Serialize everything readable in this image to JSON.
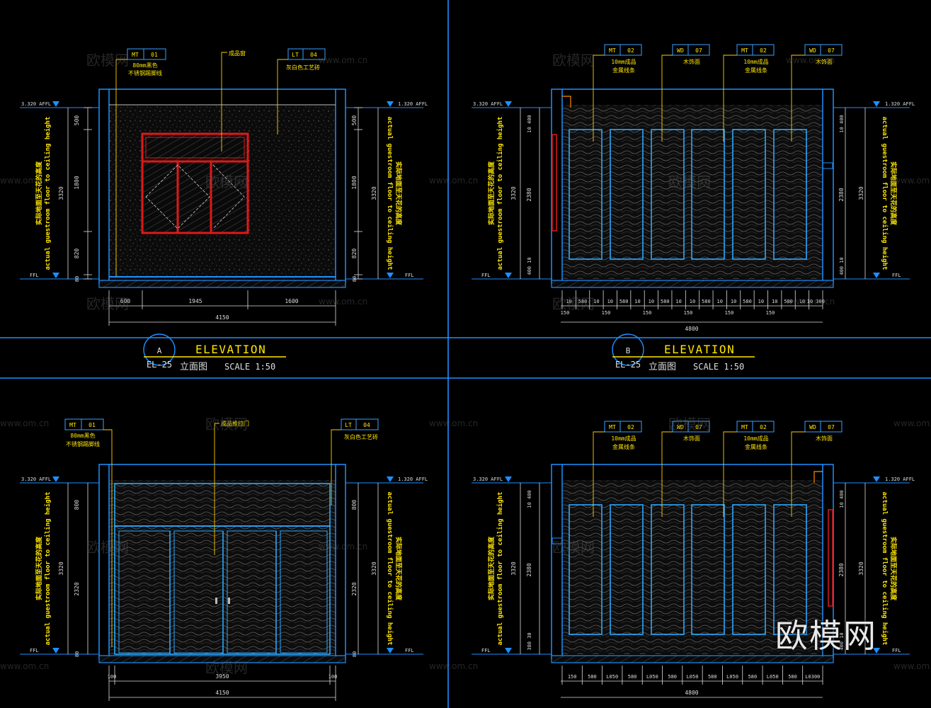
{
  "colors": {
    "background": "#000000",
    "frame": "#1e90ff",
    "dimension": "#d8d8d8",
    "leader": "#ffcc00",
    "tag_box": "#3aa0ff",
    "window": "#e01818",
    "panel": "#2aa8ff",
    "title": "#ffe600",
    "accent": "#ff8c00"
  },
  "watermarks": {
    "site": "www.om.cn",
    "site2": "www.om.cn",
    "brand_small": "欧模网",
    "brand_big": "欧模网"
  },
  "common": {
    "level_top": "3.320 AFFL",
    "level_top_right": "1.320 AFFL",
    "level_bottom": "FFL",
    "side_note_cn": "实际地面至天花的高度",
    "side_note_en": "actual guestroom floor to ceiling height",
    "total_height": "3320"
  },
  "panels": {
    "a": {
      "tags": [
        {
          "code": "MT",
          "num": "01",
          "note1": "80mm黑色",
          "note2": "不锈钢踢脚线"
        },
        {
          "code": "LT",
          "num": "04",
          "note1": "灰白色工艺砖",
          "note2": ""
        }
      ],
      "window_label": "成品窗",
      "left_dims": [
        "500",
        "1800",
        "820",
        "80"
      ],
      "right_dims": [
        "500",
        "1800",
        "820",
        "80"
      ],
      "bottom_dims": [
        "600",
        "1945",
        "1600"
      ],
      "total_width": "4150"
    },
    "b": {
      "tags": [
        {
          "code": "MT",
          "num": "02",
          "note1": "10mm成品",
          "note2": "金属线条"
        },
        {
          "code": "WD",
          "num": "07",
          "note1": "木饰面",
          "note2": ""
        },
        {
          "code": "MT",
          "num": "02",
          "note1": "10mm成品",
          "note2": "金属线条"
        },
        {
          "code": "WD",
          "num": "07",
          "note1": "木饰面",
          "note2": ""
        }
      ],
      "left_dims": [
        "10 400",
        "2380",
        "400 10"
      ],
      "right_dims": [
        "10 400",
        "2380",
        "400 10"
      ],
      "bottom_dims": [
        "10",
        "580",
        "10",
        "10",
        "580",
        "10",
        "10",
        "580",
        "10",
        "10",
        "580",
        "10",
        "10",
        "580",
        "10",
        "10",
        "580",
        "10",
        "10 300"
      ],
      "bottom_dims2": [
        "150",
        "150",
        "150",
        "150",
        "150",
        "150"
      ],
      "total_width": "4800"
    },
    "c": {
      "tags": [
        {
          "code": "MT",
          "num": "01",
          "note1": "80mm黑色",
          "note2": "不锈钢踢脚线"
        },
        {
          "code": "LT",
          "num": "04",
          "note1": "灰白色工艺砖",
          "note2": ""
        }
      ],
      "door_label": "成品推拉门",
      "left_dims": [
        "800",
        "2320",
        "80"
      ],
      "right_dims": [
        "800",
        "2320",
        "80"
      ],
      "bottom_dims": [
        "100",
        "3950",
        "100"
      ],
      "total_width": "4150"
    },
    "d": {
      "tags": [
        {
          "code": "MT",
          "num": "02",
          "note1": "10mm成品",
          "note2": "金属线条"
        },
        {
          "code": "WD",
          "num": "07",
          "note1": "木饰面",
          "note2": ""
        },
        {
          "code": "MT",
          "num": "02",
          "note1": "10mm成品",
          "note2": "金属线条"
        },
        {
          "code": "WD",
          "num": "07",
          "note1": "木饰面",
          "note2": ""
        }
      ],
      "left_dims": [
        "10 400",
        "2380",
        "380 30"
      ],
      "right_dims": [
        "10 400",
        "2380",
        "400 10"
      ],
      "bottom_dims": [
        "150",
        "580",
        "L050",
        "580",
        "L050",
        "580",
        "L050",
        "580",
        "L050",
        "580",
        "L050",
        "580",
        "L0300"
      ],
      "total_width": "4800"
    }
  },
  "titles": [
    {
      "letter": "A",
      "sheet": "EL-25",
      "en": "ELEVATION",
      "cn": "立面图",
      "scale": "SCALE 1:50"
    },
    {
      "letter": "B",
      "sheet": "EL-25",
      "en": "ELEVATION",
      "cn": "立面图",
      "scale": "SCALE 1:50"
    }
  ]
}
